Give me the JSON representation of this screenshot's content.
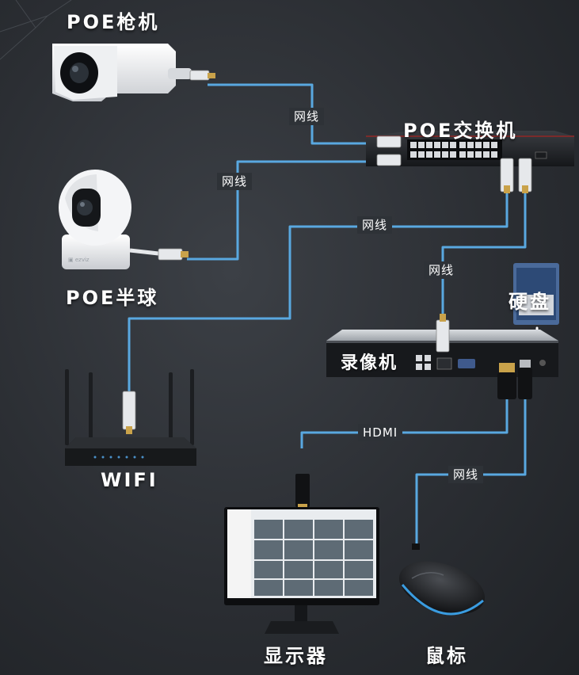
{
  "devices": {
    "bullet_camera": "POE枪机",
    "poe_switch": "POE交换机",
    "dome_camera": "POE半球",
    "hard_disk": "硬盘",
    "nvr": "录像机",
    "wifi_router": "WIFI",
    "monitor": "显示器",
    "mouse": "鼠标"
  },
  "cables": {
    "camera1_to_switch": "网线",
    "dome_to_switch": "网线",
    "switch_to_wifi": "网线",
    "switch_to_nvr": "网线",
    "nvr_to_monitor": "HDMI",
    "nvr_to_mouse": "网线"
  },
  "colors": {
    "cable": "#59a8e0",
    "background": "#2e3237",
    "label_text": "#ffffff"
  },
  "icons": [
    "bullet-camera-icon",
    "dome-camera-icon",
    "poe-switch-icon",
    "hard-disk-icon",
    "nvr-icon",
    "router-icon",
    "monitor-icon",
    "mouse-icon",
    "down-arrow-icon"
  ]
}
